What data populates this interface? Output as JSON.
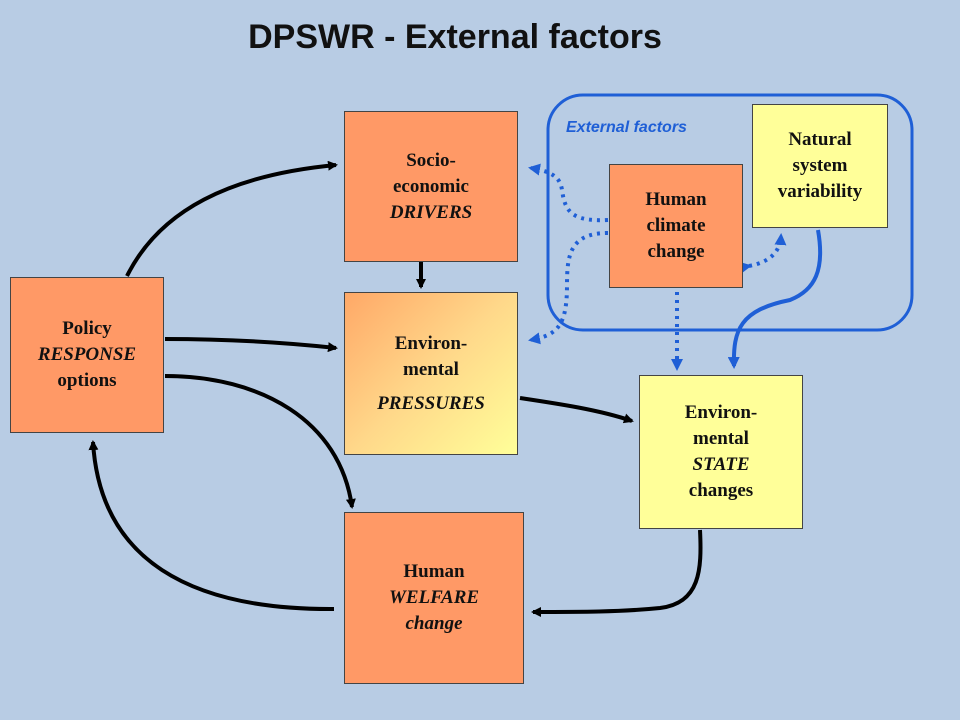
{
  "title": "DPSWR - External factors",
  "external_label": "External factors",
  "nodes": {
    "drivers": [
      "Socio-",
      "economic",
      "DRIVERS"
    ],
    "pressures": [
      "Environ-",
      "mental",
      "PRESSURES"
    ],
    "state": [
      "Environ-",
      "mental",
      "STATE",
      "changes"
    ],
    "welfare": [
      "Human",
      "WELFARE",
      "change"
    ],
    "response": [
      "Policy",
      "RESPONSE",
      "options"
    ],
    "climate": [
      "Human",
      "climate",
      "change"
    ],
    "natural": [
      "Natural",
      "system",
      "variability"
    ]
  },
  "colors": {
    "background": "#b8cce4",
    "orange_box": "#ff9966",
    "yellow_box": "#ffff99",
    "external_blue": "#1f5fd6",
    "black_arrow": "#000000"
  }
}
